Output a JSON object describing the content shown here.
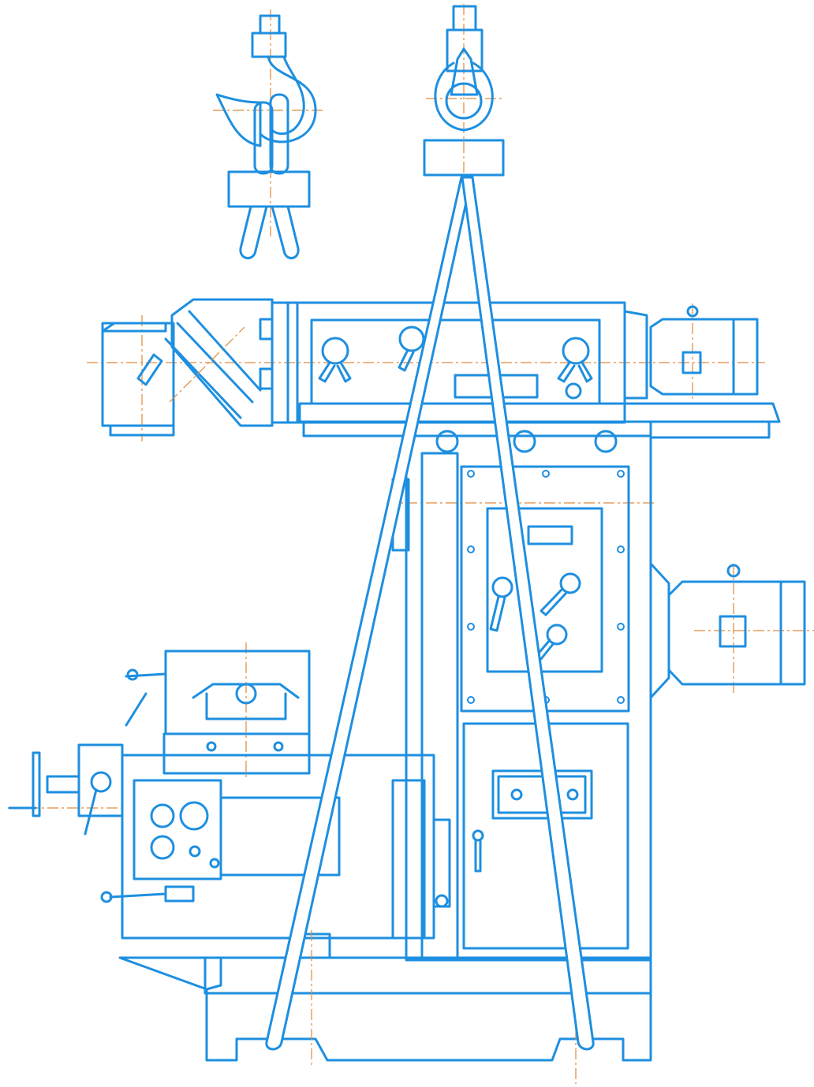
{
  "drawing": {
    "subject": "milling-machine-lifting-scheme",
    "colors": {
      "outline": "#1e8fe0",
      "centerline": "#e08a3c",
      "background": "#ffffff"
    }
  },
  "components": [
    {
      "name": "crane-hook-side-view"
    },
    {
      "name": "crane-hook-front-view"
    },
    {
      "name": "sling-ropes"
    },
    {
      "name": "overarm-head"
    },
    {
      "name": "spindle-motor"
    },
    {
      "name": "column-body"
    },
    {
      "name": "feed-gearbox-panel"
    },
    {
      "name": "main-motor"
    },
    {
      "name": "table-and-saddle"
    },
    {
      "name": "knee-console"
    },
    {
      "name": "base-plate"
    }
  ]
}
